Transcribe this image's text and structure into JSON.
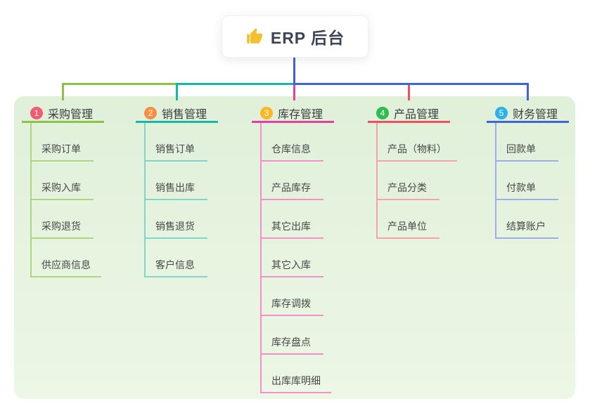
{
  "root": {
    "title": "ERP 后台",
    "icon": "thumbs-up-icon"
  },
  "colors": {
    "trunk_blue": "#4a5cd4",
    "panel_top": "#e0f0d9",
    "panel_bottom": "#ecf7e6",
    "card_bg": "#ffffff",
    "root_text": "#3d4454",
    "node_text": "#484848",
    "thumb_yellow": "#f5c02e"
  },
  "branches": [
    {
      "number": "1",
      "label": "采购管理",
      "badge_color": "#f25a71",
      "line_color": "#8ac24a",
      "light_color": "#aed581",
      "items": [
        "采购订单",
        "采购入库",
        "采购退货",
        "供应商信息"
      ]
    },
    {
      "number": "2",
      "label": "销售管理",
      "badge_color": "#fa8e42",
      "line_color": "#16b8ac",
      "light_color": "#82d5cd",
      "items": [
        "销售订单",
        "销售出库",
        "销售退货",
        "客户信息"
      ]
    },
    {
      "number": "3",
      "label": "库存管理",
      "badge_color": "#fcb722",
      "line_color": "#e33fa0",
      "light_color": "#f48fc8",
      "items": [
        "仓库信息",
        "产品库存",
        "其它出库",
        "其它入库",
        "库存调拨",
        "库存盘点",
        "出库库明细"
      ]
    },
    {
      "number": "4",
      "label": "产品管理",
      "badge_color": "#2ebd53",
      "line_color": "#f44d5e",
      "light_color": "#f9a2aa",
      "items": [
        "产品（物料）",
        "产品分类",
        "产品单位"
      ]
    },
    {
      "number": "5",
      "label": "财务管理",
      "badge_color": "#2cb1e8",
      "line_color": "#3e64da",
      "light_color": "#9daee9",
      "items": [
        "回款单",
        "付款单",
        "结算账户"
      ]
    }
  ]
}
